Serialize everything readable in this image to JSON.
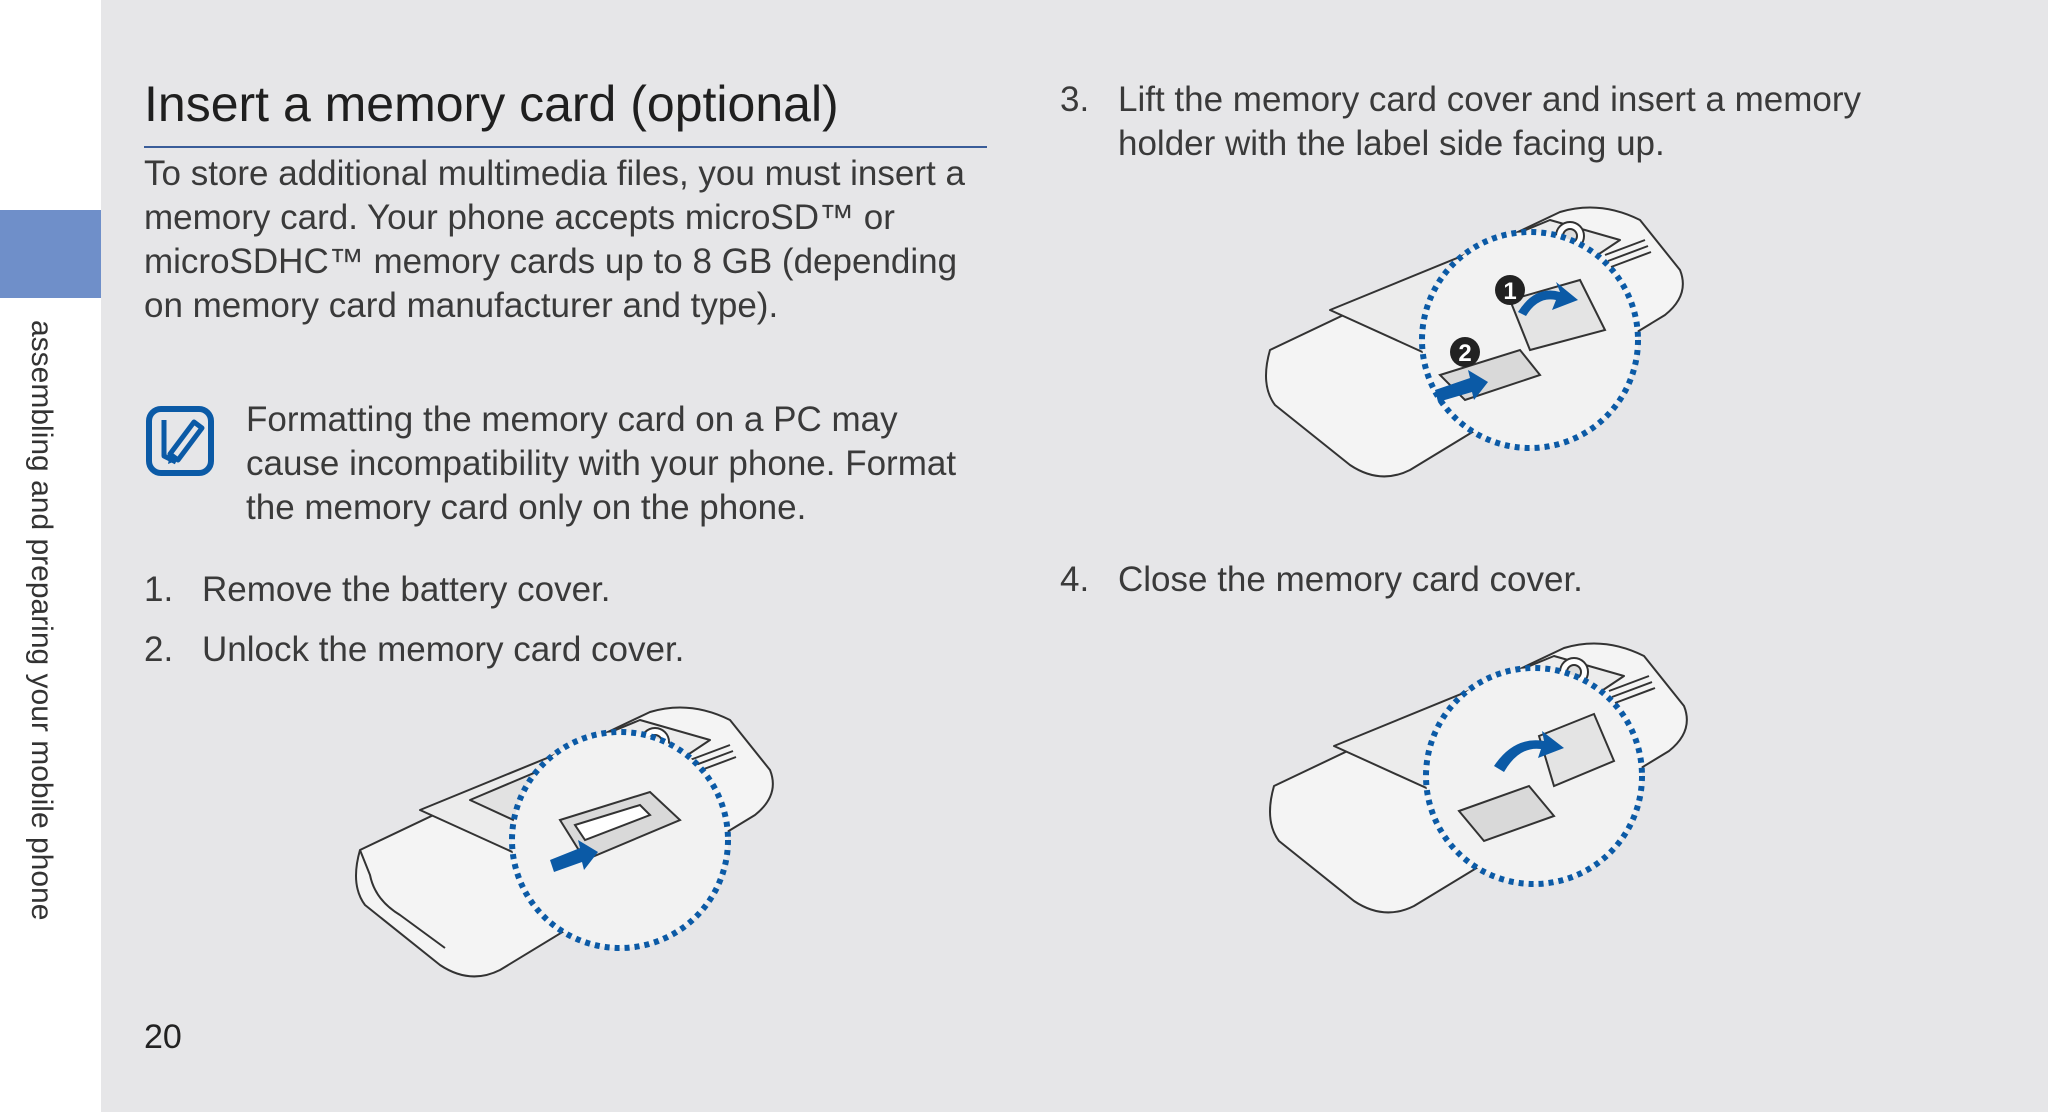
{
  "sidebar": {
    "section_label": "assembling and preparing your mobile phone"
  },
  "page_number": "20",
  "title": "Insert a memory card (optional)",
  "intro": "To store additional multimedia files, you must insert a memory card. Your phone accepts microSD™ or microSDHC™ memory cards up to 8 GB (depending on memory card manufacturer and type).",
  "note": {
    "icon": "note-pencil-icon",
    "text_lines": [
      "Formatting the memory card on a PC may",
      "cause incompatibility with your phone. Format",
      "the memory card only on the phone."
    ]
  },
  "steps": [
    {
      "number": "1.",
      "lines": [
        "Remove the battery cover."
      ]
    },
    {
      "number": "2.",
      "lines": [
        "Unlock the memory card cover."
      ]
    },
    {
      "number": "3.",
      "lines": [
        "Lift the memory card cover and insert a memory",
        "holder with the label side facing up."
      ]
    },
    {
      "number": "4.",
      "lines": [
        "Close the memory card cover."
      ]
    }
  ],
  "figures": {
    "step3_markers": [
      "❶",
      "❷"
    ]
  },
  "colors": {
    "accent_blue": "#0b5aa6",
    "tab_blue": "#6f8fc9",
    "background": "#e6e6e8"
  }
}
